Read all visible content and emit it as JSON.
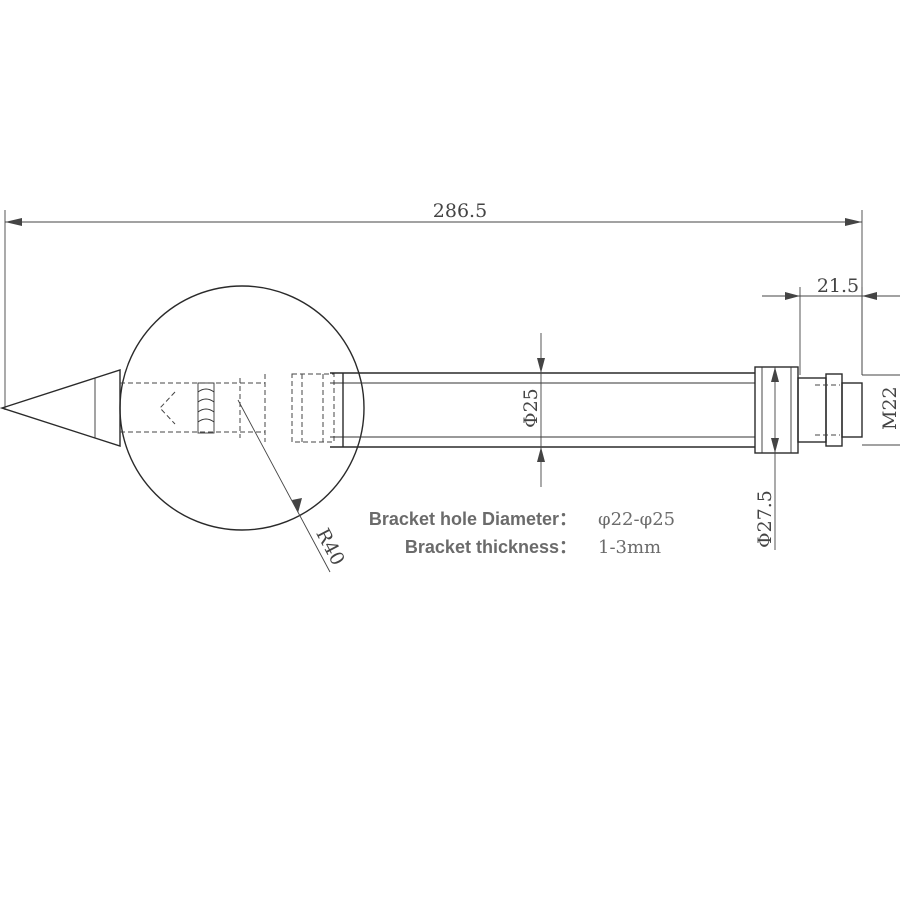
{
  "dimensions": {
    "overall_length": "286.5",
    "end_length": "21.5",
    "tube_diameter": "Φ25",
    "collar_diameter": "Φ27.5",
    "thread": "M22",
    "sphere_radius": "R40"
  },
  "notes": {
    "hole_label": "Bracket hole Diameter：",
    "hole_value": "φ22-φ25",
    "thickness_label": "Bracket thickness：",
    "thickness_value": "1-3mm"
  }
}
